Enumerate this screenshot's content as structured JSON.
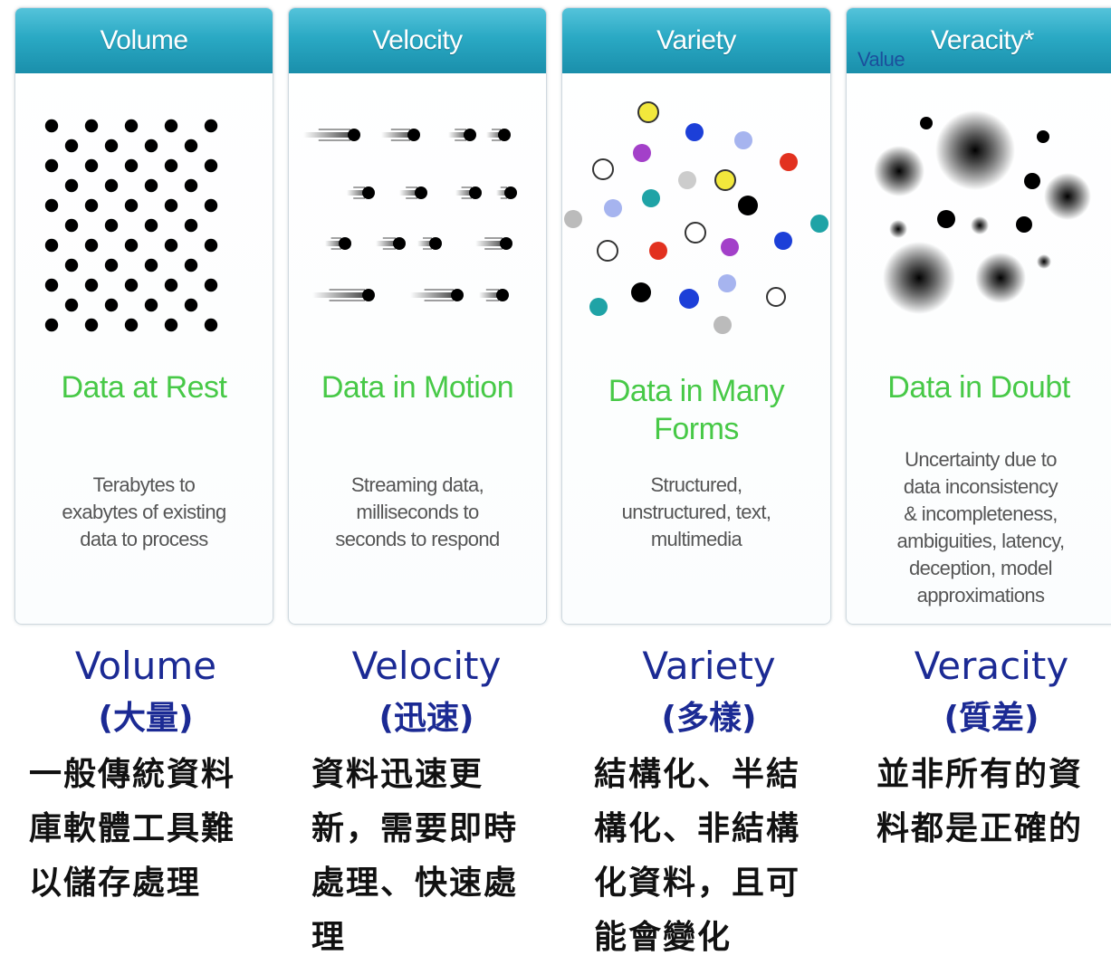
{
  "cards": [
    {
      "header": "Volume",
      "title": "Data at Rest",
      "desc": [
        "Terabytes to",
        "exabytes of existing",
        "data to process"
      ],
      "icon": "dot-grid-icon"
    },
    {
      "header": "Velocity",
      "title": "Data in Motion",
      "desc": [
        "Streaming data,",
        "milliseconds to",
        "seconds to respond"
      ],
      "icon": "streaming-dots-icon"
    },
    {
      "header": "Variety",
      "title": [
        "Data in Many",
        "Forms"
      ],
      "desc": [
        "Structured,",
        "unstructured, text,",
        "multimedia"
      ],
      "icon": "colored-dots-icon"
    },
    {
      "header": "Veracity*",
      "header_overlap": "Value",
      "title": "Data in Doubt",
      "desc": [
        "Uncertainty due to",
        "data inconsistency",
        "& incompleteness,",
        "ambiguities, latency,",
        "deception, model",
        "approximations"
      ],
      "icon": "blurred-dots-icon"
    }
  ],
  "columns": [
    {
      "name": "Volume",
      "sub": "(大量)",
      "body": "一般傳統資料庫軟體工具難以儲存處理"
    },
    {
      "name": "Velocity",
      "sub": "(迅速)",
      "body": "資料迅速更新，需要即時處理、快速處理"
    },
    {
      "name": "Variety",
      "sub": "(多樣)",
      "body": "結構化、半結構化、非結構化資料，且可能會變化"
    },
    {
      "name": "Veracity",
      "sub": "(質差)",
      "body": "並非所有的資料都是正確的"
    }
  ],
  "colors": {
    "header_blue": "#2aa9c4",
    "title_green": "#47c947",
    "column_name_blue": "#1b2a94",
    "body_text": "#111111"
  }
}
